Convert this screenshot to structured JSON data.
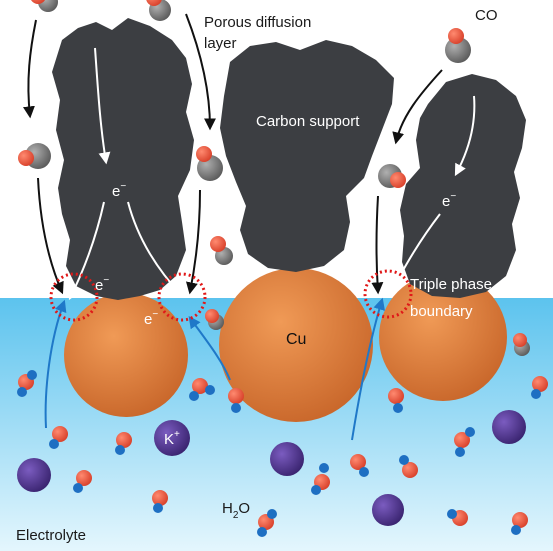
{
  "labels": {
    "porous_line1": "Porous diffusion",
    "porous_line2": "layer",
    "co": "CO",
    "carbon_support": "Carbon support",
    "cu": "Cu",
    "triple_line1": "Triple phase",
    "triple_line2": "boundary",
    "electrolyte": "Electrolyte",
    "electron": "e",
    "electron_charge": "−",
    "potassium": "K",
    "potassium_charge": "+",
    "water_h": "H",
    "water_sub": "2",
    "water_o": "O"
  },
  "colors": {
    "carbon": "#3d3f43",
    "copper": "#d97b3a",
    "electrolyte_top": "#5cc3ee",
    "electrolyte_bottom": "#d9f2fc",
    "boundary_ring": "#e01818",
    "arrow_blue": "#1f78c8",
    "oxygen": "#e8503a",
    "carbon_atom": "#8a8a8a",
    "hydrogen": "#1e6fc2",
    "potassium_ion": "#5a3a9a"
  },
  "icons": [
    "co-molecule-icon",
    "water-molecule-icon",
    "potassium-ion-icon",
    "electron-arrow-icon"
  ]
}
